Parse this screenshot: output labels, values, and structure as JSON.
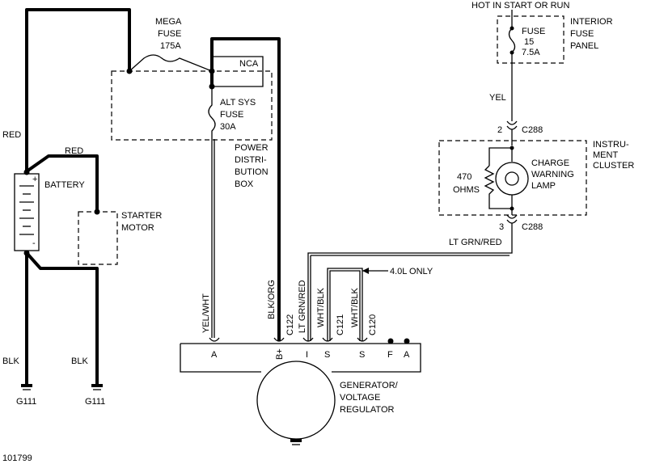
{
  "labels": {
    "mega_fuse": [
      "MEGA",
      "FUSE",
      "175A"
    ],
    "nca": "NCA",
    "alt_sys_fuse": [
      "ALT SYS",
      "FUSE",
      "30A"
    ],
    "pdb": [
      "POWER",
      "DISTRI-",
      "BUTION",
      "BOX"
    ],
    "hot_in_start": "HOT IN START OR RUN",
    "fuse15": [
      "FUSE",
      "15",
      "7.5A"
    ],
    "interior_fuse_panel": [
      "INTERIOR",
      "FUSE",
      "PANEL"
    ],
    "yel": "YEL",
    "pin2": "2",
    "pin3": "3",
    "c288_top": "C288",
    "c288_bottom": "C288",
    "instrument_cluster": [
      "INSTRU-",
      "MENT",
      "CLUSTER"
    ],
    "resistor": [
      "470",
      "OHMS"
    ],
    "charge_lamp": [
      "CHARGE",
      "WARNING",
      "LAMP"
    ],
    "lt_grn_red_h": "LT GRN/RED",
    "red_left": "RED",
    "red_top": "RED",
    "battery": "BATTERY",
    "plus": "+",
    "minus": "-",
    "starter_motor": [
      "STARTER",
      "MOTOR"
    ],
    "blk1": "BLK",
    "blk2": "BLK",
    "g111_1": "G111",
    "g111_2": "G111",
    "yel_wht": "YEL/WHT",
    "blk_org": "BLK/ORG",
    "c122": "C122",
    "lt_grn_red_v": "LT GRN/RED",
    "wht_blk1": "WHT/BLK",
    "c121": "C121",
    "wht_blk2": "WHT/BLK",
    "c120": "C120",
    "only_40l": "4.0L ONLY",
    "term_a1": "A",
    "term_bplus": "B+",
    "term_i": "I",
    "term_s1": "S",
    "term_s2": "S",
    "term_f": "F",
    "term_a2": "A",
    "generator": [
      "GENERATOR/",
      "VOLTAGE",
      "REGULATOR"
    ],
    "figure_id": "101799"
  }
}
